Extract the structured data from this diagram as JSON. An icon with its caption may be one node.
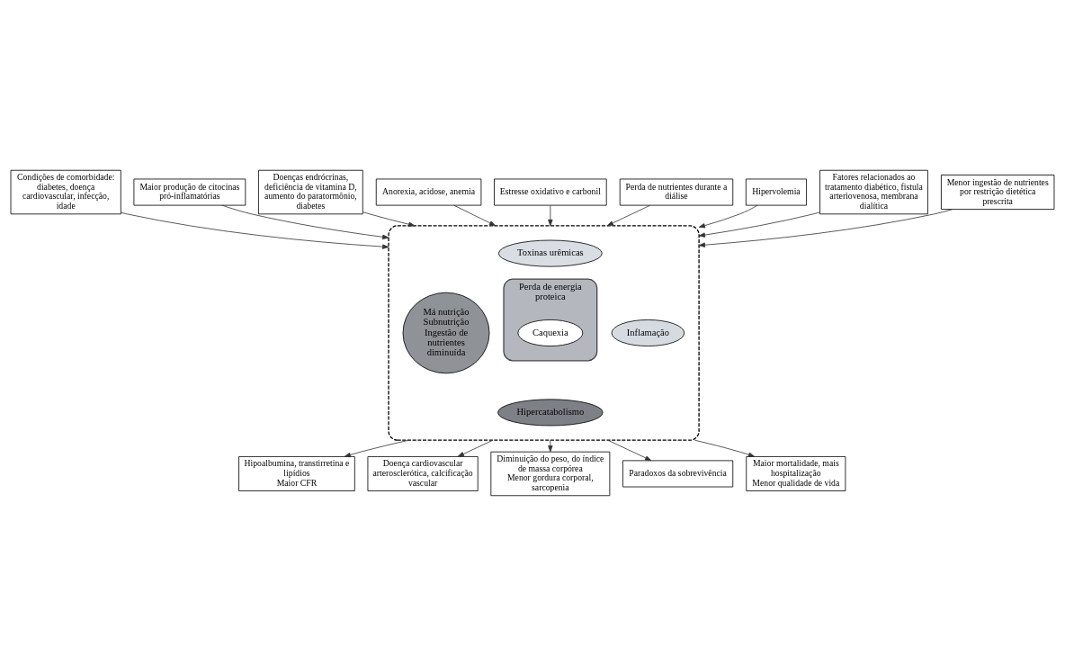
{
  "diagram": {
    "nodes": [
      {
        "text": [],
        "shape": "ellipse"
      },
      {
        "text": [
          "Má nutrição",
          "Subnutrição",
          "Ingestão de nutrientes diminuída"
        ],
        "in": 0
      },
      {
        "text": [
          "Toxinas urêmicas"
        ],
        "in": 0
      },
      {
        "text": [
          "Perda de energia proteica"
        ],
        "in": 0
      },
      {
        "text": [
          "Caquexia"
        ],
        "in": 3
      },
      {
        "text": [
          "Hipercatabolismo"
        ],
        "in": 0
      },
      {
        "text": [
          "Inflamação"
        ],
        "in": 0
      },
      {
        "text": [
          "Condições de comorbidade: diabetes, doença cardiovascular, infecção, idade"
        ]
      },
      {
        "text": [
          "Maior produção de citocinas pró-inflamatórias"
        ]
      },
      {
        "text": [
          "Doenças endrócrinas, deficiência de vitamina D, aumento do paratormônio, diabetes"
        ]
      },
      {
        "text": [
          "Anorexia, acidose, anemia"
        ]
      },
      {
        "text": [
          "Estresse oxidativo e carbonil"
        ]
      },
      {
        "text": [
          "Perda de nutrientes durante a diálise"
        ]
      },
      {
        "text": [
          "Hipervolemia"
        ]
      },
      {
        "text": [
          "Fatores relacionados ao tratamento diabético, fistula arteriovenosa, membrana dialítica"
        ]
      },
      {
        "text": [
          "Menor ingestão de nutrientes por restrição dietética prescrita"
        ]
      },
      {
        "text": [
          "Hipoalbumina, transtirretina e lipídios",
          "Maior CFR"
        ]
      },
      {
        "text": [
          "Doença cardiovascular arterosclerótica, calcificação vascular"
        ]
      },
      {
        "text": [
          "Diminuição do peso, do índice de massa corpórea",
          "Menor gordura corporal, sarcopenia"
        ]
      },
      {
        "text": [
          "Paradoxos da sobrevivência"
        ]
      },
      {
        "text": [
          "Maior mortalidade, mais hospitalização",
          "Menor qualidade de vida"
        ]
      }
    ],
    "edges": [
      {
        "from": 14,
        "to": 0,
        "arrow": "to"
      },
      {
        "from": 12,
        "to": 0,
        "arrow": "to"
      },
      {
        "from": 9,
        "to": 0,
        "arrow": "to"
      },
      {
        "from": 7,
        "to": 0,
        "arrow": "to"
      },
      {
        "from": 10,
        "to": 0,
        "arrow": "to"
      },
      {
        "from": 8,
        "to": 0,
        "arrow": "to"
      },
      {
        "from": 11,
        "to": 0,
        "arrow": "to"
      },
      {
        "from": 13,
        "to": 0,
        "arrow": "to"
      },
      {
        "from": 15,
        "to": 0,
        "arrow": "to"
      },
      {
        "from": 0,
        "to": 16,
        "arrow": "to"
      },
      {
        "from": 0,
        "to": 18,
        "arrow": "to"
      },
      {
        "from": 0,
        "to": 19,
        "arrow": "to"
      },
      {
        "from": 0,
        "to": 20,
        "arrow": "to"
      },
      {
        "from": 0,
        "to": 17,
        "arrow": "to"
      }
    ]
  }
}
